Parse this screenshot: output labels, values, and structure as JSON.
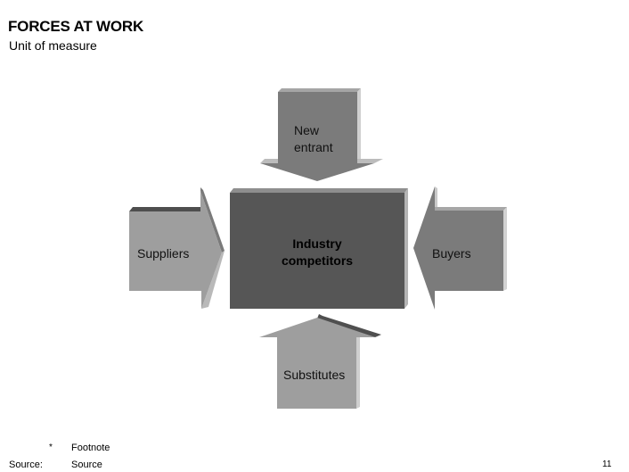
{
  "header": {
    "title": "FORCES AT WORK",
    "subtitle": "Unit of measure"
  },
  "diagram": {
    "center": "Industry competitors",
    "top": "New entrant",
    "left": "Suppliers",
    "right": "Buyers",
    "bottom": "Substitutes"
  },
  "footer": {
    "footnote_mark": "*",
    "footnote": "Footnote",
    "source_label": "Source:",
    "source": "Source",
    "page_number": "11"
  },
  "colors": {
    "center_box": "#565656",
    "arrow_dark": "#7b7b7b",
    "arrow_light": "#9e9e9e",
    "shadow": "#c9c9c9"
  }
}
